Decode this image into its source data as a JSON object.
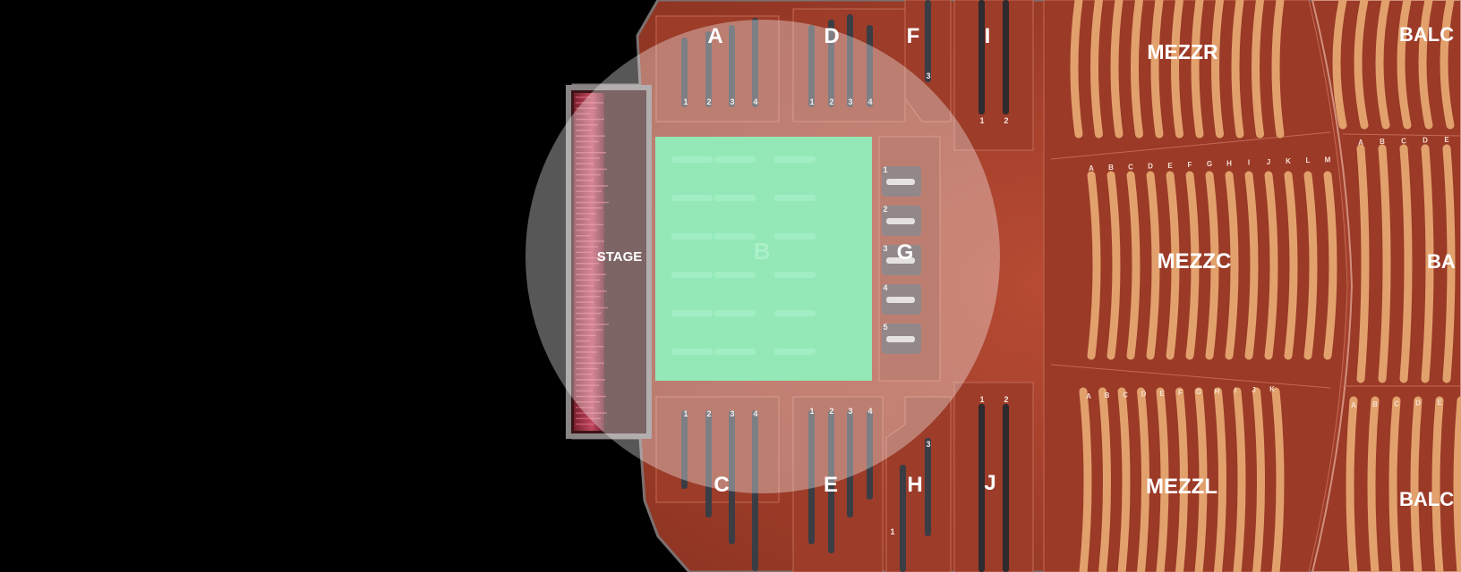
{
  "stage": {
    "label": "STAGE"
  },
  "sections": {
    "A": {
      "label": "A",
      "rows": [
        "1",
        "2",
        "3",
        "4"
      ]
    },
    "B": {
      "label": "B"
    },
    "C": {
      "label": "C",
      "rows": [
        "1",
        "2",
        "3",
        "4"
      ]
    },
    "D": {
      "label": "D",
      "rows": [
        "1",
        "2",
        "3",
        "4"
      ]
    },
    "E": {
      "label": "E",
      "rows": [
        "1",
        "2",
        "3",
        "4"
      ]
    },
    "F": {
      "label": "F",
      "rows": [
        "3"
      ]
    },
    "G": {
      "label": "G",
      "rows": [
        "1",
        "2",
        "3",
        "4",
        "5"
      ]
    },
    "H": {
      "label": "H",
      "rows": [
        "3",
        "1"
      ]
    },
    "I": {
      "label": "I",
      "rows": [
        "1",
        "2"
      ]
    },
    "J": {
      "label": "J",
      "rows": [
        "1",
        "2"
      ]
    },
    "MEZZR": {
      "label": "MEZZR"
    },
    "MEZZC": {
      "label": "MEZZC",
      "rows": [
        "A",
        "B",
        "C",
        "D",
        "E",
        "F",
        "G",
        "H",
        "I",
        "J",
        "K",
        "L",
        "M"
      ]
    },
    "MEZZL": {
      "label": "MEZZL",
      "rows": [
        "A",
        "B",
        "C",
        "D",
        "E",
        "F",
        "G",
        "H",
        "I",
        "J",
        "K"
      ]
    },
    "BALC_TOP": {
      "label": "BALC"
    },
    "BALC_MID": {
      "label": "BA"
    },
    "BALC_BOT": {
      "label": "BALC"
    },
    "BALC_ROWS": [
      "A",
      "B",
      "C",
      "D",
      "E"
    ]
  },
  "colors": {
    "background": "#000000",
    "seat_area": "#a8432e",
    "highlight": "#5ddc94",
    "spotlight": "#ffffff",
    "mezz_rows": "#e2a16c"
  }
}
